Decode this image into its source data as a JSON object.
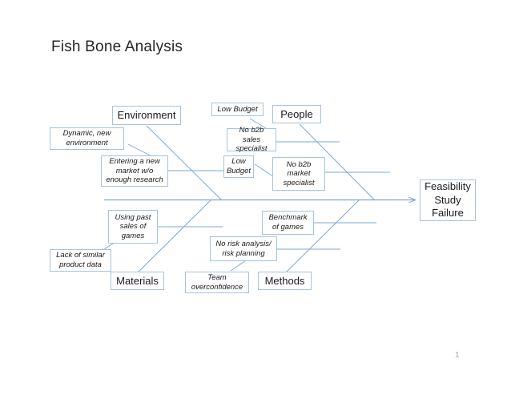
{
  "slide": {
    "title": "Fish Bone Analysis",
    "page_number": "1",
    "background_color": "#ffffff",
    "line_color": "#7ba7d7",
    "box_border_color": "#a7c2e0",
    "text_color": "#1a1a1a"
  },
  "diagram": {
    "type": "fishbone",
    "effect": {
      "label": "Feasibility\nStudy\nFailure"
    },
    "categories": [
      {
        "label": "Environment",
        "position": "top-left",
        "causes": [
          {
            "label": "Dynamic, new\nenvironment"
          },
          {
            "label": "Entering a new\nmarket w/o\nenough research"
          }
        ]
      },
      {
        "label": "People",
        "position": "top-right",
        "causes": [
          {
            "label": "Low Budget"
          },
          {
            "label": "No b2b sales\nspecialist"
          },
          {
            "label": "Low\nBudget"
          },
          {
            "label": "No b2b\nmarket\nspecialist"
          }
        ]
      },
      {
        "label": "Materials",
        "position": "bottom-left",
        "causes": [
          {
            "label": "Using past\nsales of\ngames"
          },
          {
            "label": "Lack of similar\nproduct data"
          }
        ]
      },
      {
        "label": "Methods",
        "position": "bottom-right",
        "causes": [
          {
            "label": "Benchmark\nof games"
          },
          {
            "label": "No risk analysis/\nrisk planning"
          },
          {
            "label": "Team\noverconfidence"
          }
        ]
      }
    ]
  }
}
